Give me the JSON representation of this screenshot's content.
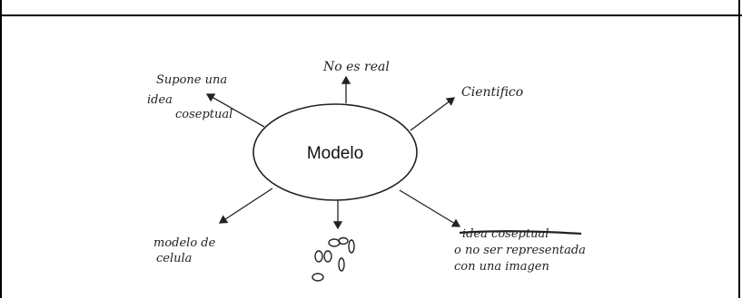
{
  "diagram": {
    "center": {
      "label": "Modelo"
    },
    "branches": {
      "top": {
        "text": "No es real"
      },
      "top_right": {
        "text": "Cientifico"
      },
      "top_left": {
        "lines": [
          "Supone una",
          "idea",
          "coseptual"
        ]
      },
      "bottom_left": {
        "lines": [
          "modelo de",
          "celula"
        ]
      },
      "bottom_right": {
        "struck": "idea coseptual",
        "lines": [
          "o no ser representada",
          "con una imagen"
        ]
      },
      "bottom": {
        "text": ""
      }
    }
  }
}
